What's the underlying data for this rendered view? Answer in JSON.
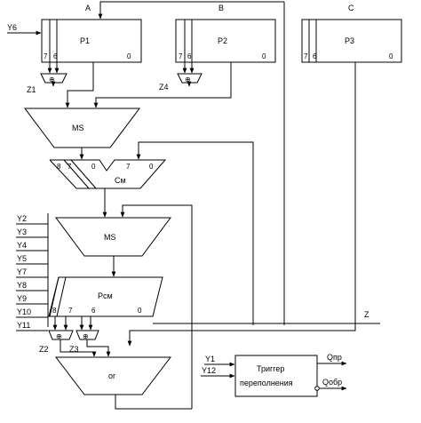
{
  "registers": {
    "a_label": "A",
    "b_label": "B",
    "c_label": "C",
    "p1": "Р1",
    "p2": "Р2",
    "p3": "Р3",
    "bit7": "7",
    "bit6": "6",
    "bit0": "0"
  },
  "controls": {
    "y6": "Y6",
    "y1": "Y1",
    "y12": "Y12",
    "y_left": [
      "Y2",
      "Y3",
      "Y4",
      "Y5",
      "Y7",
      "Y8",
      "Y9",
      "Y10",
      "Y11"
    ]
  },
  "blocks": {
    "ms_top": "MS",
    "adder": "См",
    "adder_bit8": "8",
    "adder_bit7": "7",
    "adder_bit0": "0",
    "adder_in_bit7": "7",
    "adder_in_bit0": "0",
    "ms_mid": "MS",
    "rsm": "Рсм",
    "rsm_bit8": "8",
    "rsm_bit7": "7",
    "rsm_bit6": "6",
    "rsm_bit0": "0",
    "or": "or",
    "trigger_line1": "Триггер",
    "trigger_line2": "переполнения"
  },
  "xors": {
    "z1": "Z1",
    "z2": "Z2",
    "z3": "Z3",
    "z4": "Z4",
    "xor_symbol": "⊕"
  },
  "outputs": {
    "z": "Z",
    "q_pr": "Qпр",
    "q_obr": "Qобр"
  }
}
